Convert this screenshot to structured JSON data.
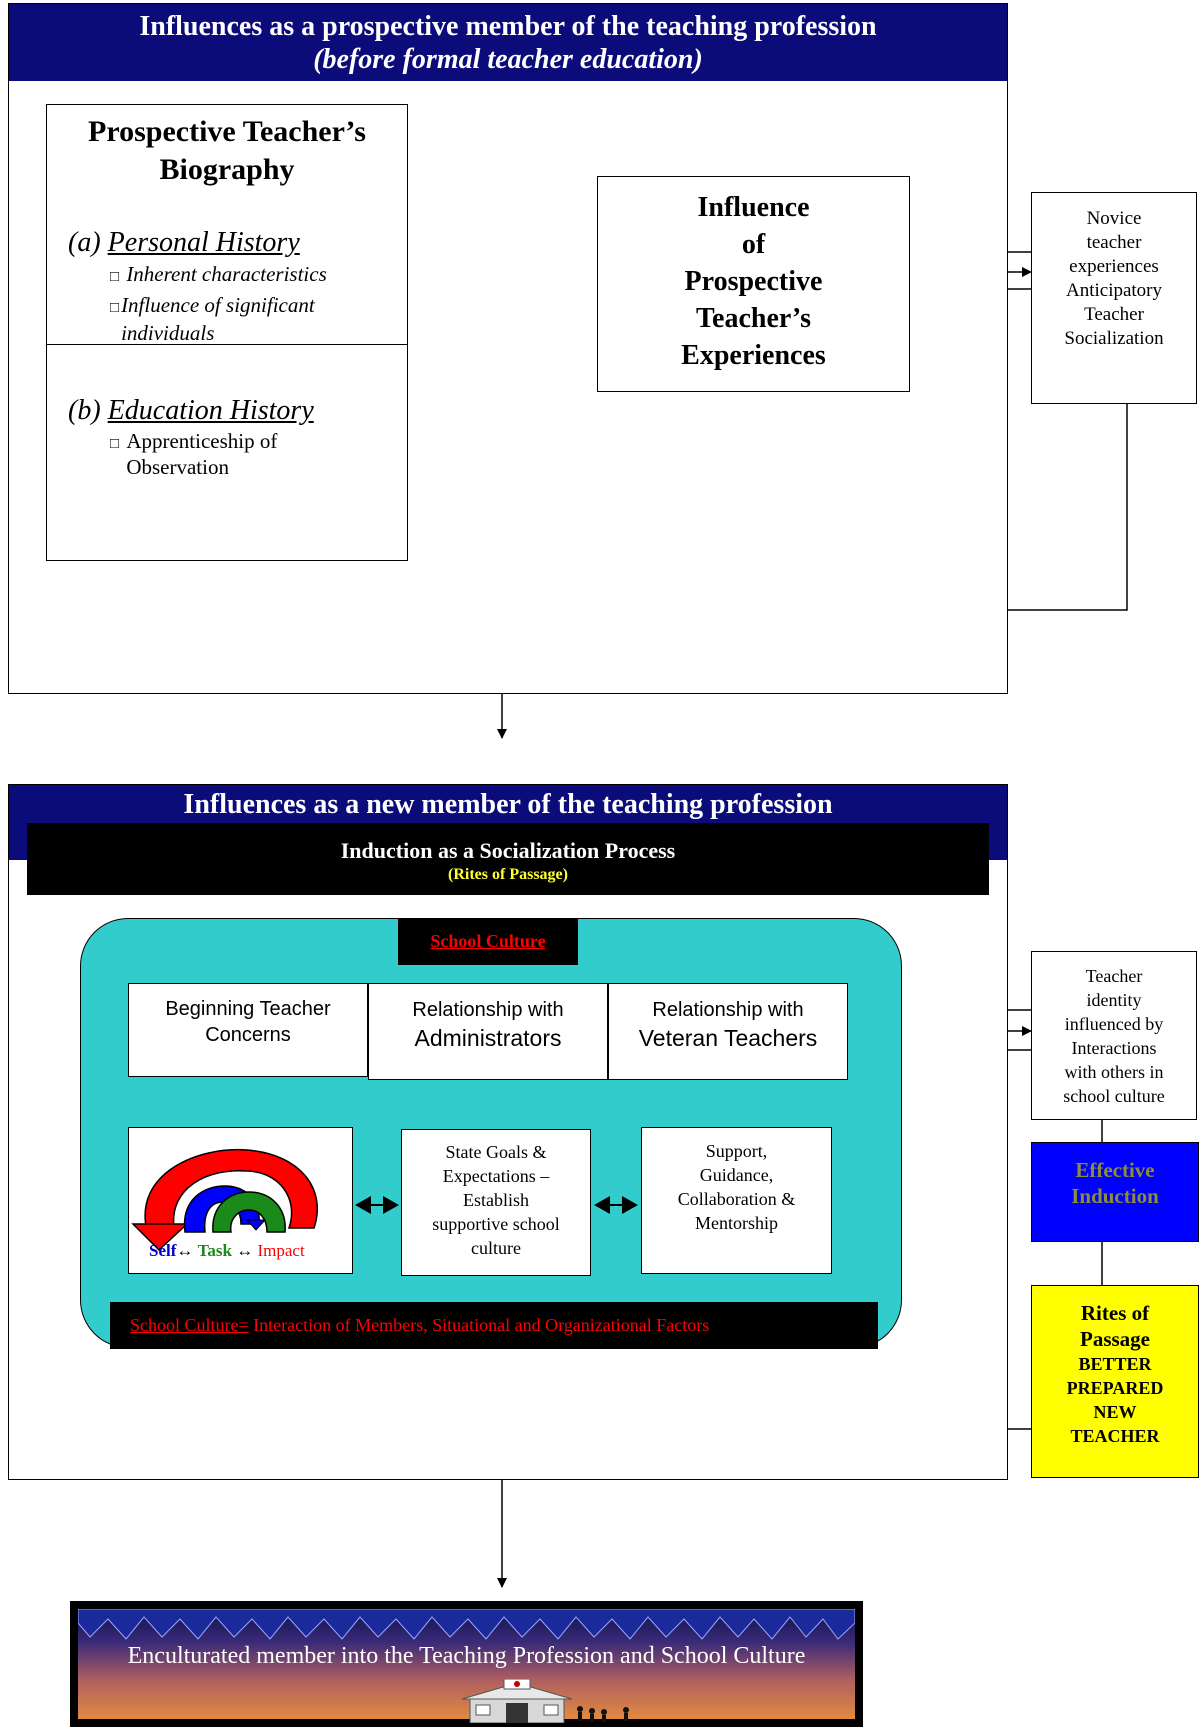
{
  "section1": {
    "title": "Influences as a prospective member of the teaching profession",
    "subtitle": "(before formal teacher education)"
  },
  "biography": {
    "title_line1": "Prospective Teacher’s",
    "title_line2": "Biography",
    "personal": {
      "prefix": "(a) ",
      "heading": "Personal History",
      "items": [
        "Inherent characteristics",
        "Influence of significant individuals"
      ]
    },
    "education": {
      "prefix": "(b) ",
      "heading": "Education History",
      "items": [
        "Apprenticeship of Observation"
      ]
    }
  },
  "influence_box": {
    "lines": [
      "Influence",
      "of",
      "Prospective",
      "Teacher’s",
      "Experiences"
    ]
  },
  "novice_box": {
    "lines": [
      "Novice",
      "teacher",
      "experiences",
      "Anticipatory",
      "Teacher",
      "Socialization"
    ]
  },
  "section2": {
    "title": "Influences as a new member of the teaching profession",
    "induction_title": "Induction as a Socialization Process",
    "induction_subtitle": "(Rites of Passage)"
  },
  "school_culture": {
    "label": "School Culture",
    "columns": [
      {
        "top_line1": "Beginning Teacher",
        "top_line2": "Concerns"
      },
      {
        "top_line1": "Relationship with",
        "top_line2": "Administrators"
      },
      {
        "top_line1": "Relationship with",
        "top_line2": "Veteran Teachers"
      }
    ],
    "concerns": {
      "self": "Self",
      "task": "Task",
      "impact": "Impact",
      "arrow": "↔"
    },
    "state_goals": [
      "State Goals &",
      "Expectations –",
      "Establish",
      "supportive school",
      "culture"
    ],
    "support": [
      "Support,",
      "Guidance,",
      "Collaboration &",
      "Mentorship"
    ],
    "footer_term": "School Culture=",
    "footer_rest": " Interaction of Members, Situational and Organizational Factors"
  },
  "identity_box": {
    "lines": [
      "Teacher",
      "identity",
      "influenced by",
      "Interactions",
      "with others in",
      "school culture"
    ]
  },
  "effective_box": {
    "line1": "Effective",
    "line2": "Induction"
  },
  "rites_box": {
    "line1": "Rites of",
    "line2": "Passage",
    "lines_caps": [
      "BETTER",
      "PREPARED",
      "NEW",
      "TEACHER"
    ]
  },
  "banner": {
    "text": "Enculturated member into the Teaching Profession and School Culture"
  },
  "colors": {
    "navy": "#0b0b7a",
    "teal": "#33cccc",
    "blue_box": "#0000ff",
    "yellow_box": "#ffff00",
    "red": "#ff0000",
    "dark_gold": "#8c8c3a"
  }
}
